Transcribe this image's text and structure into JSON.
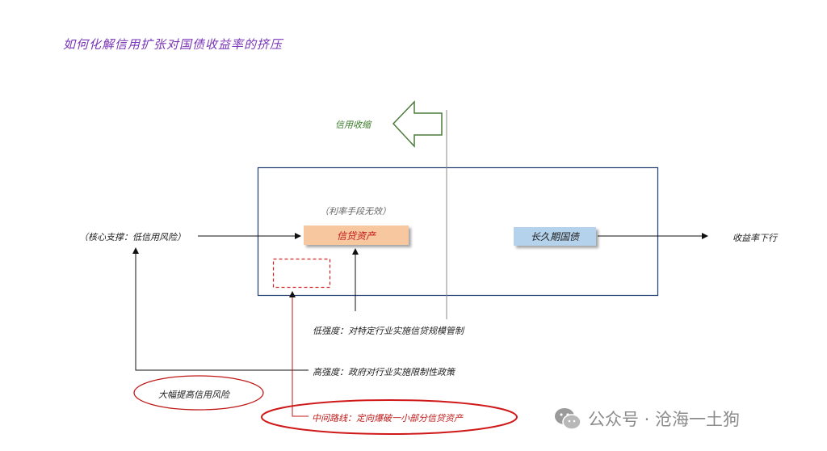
{
  "title": "如何化解信用扩张对国债收益率的挤压",
  "labels": {
    "credit_contraction": "信用收缩",
    "rate_ineffective": "（利率手段无效）",
    "core_support": "（核心支撑：低信用风险）",
    "credit_assets": "信贷资产",
    "long_bonds": "长久期国债",
    "yield_down": "收益率下行",
    "low_intensity": "低强度：对特定行业实施信贷规模管制",
    "high_intensity": "高强度：政府对行业实施限制性政策",
    "raise_risk": "大幅提高信用风险",
    "middle_path": "中间路线：定向爆破一小部分信贷资产"
  },
  "watermark": {
    "text": "公众号 · 沧海一土狗",
    "icon": "wechat-icon"
  },
  "colors": {
    "title": "#7a35b8",
    "frame": "#1f3a6e",
    "credit_box": "#f7c8a0",
    "bond_box": "#b4d2ec",
    "accent_red": "#c01818",
    "arrow_green": "#3b7a2a"
  }
}
